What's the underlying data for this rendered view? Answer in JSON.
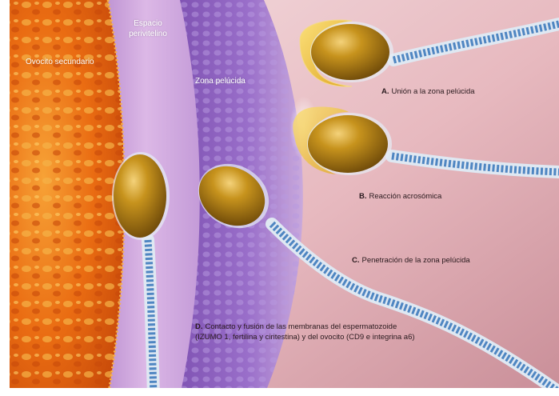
{
  "labels": {
    "oocyte": "Ovocito secundario",
    "perivitelline_line1": "Espacio",
    "perivitelline_line2": "perivitelino",
    "zona": "Zona pelúcida"
  },
  "steps": [
    {
      "letter": "A.",
      "text": "Unión a la zona pelúcida"
    },
    {
      "letter": "B.",
      "text": "Reacción acrosómica"
    },
    {
      "letter": "C.",
      "text": "Penetración de la zona pelúcida"
    },
    {
      "letter": "D.",
      "text": "Contacto y fusión de las membranas del espermatozoide",
      "text2": "(IZUMO 1, fertilina y ciritestina) y del ovocito (CD9 e integrina a6)"
    }
  ],
  "colors": {
    "background": "#e9c2c6",
    "oocyte": "#e8690f",
    "perivitelline": "#c89ad6",
    "zona": "#8f62bf",
    "sperm_head": "#a8760e",
    "acrosome": "#f2c53d",
    "tail": "#5a8fc4"
  }
}
